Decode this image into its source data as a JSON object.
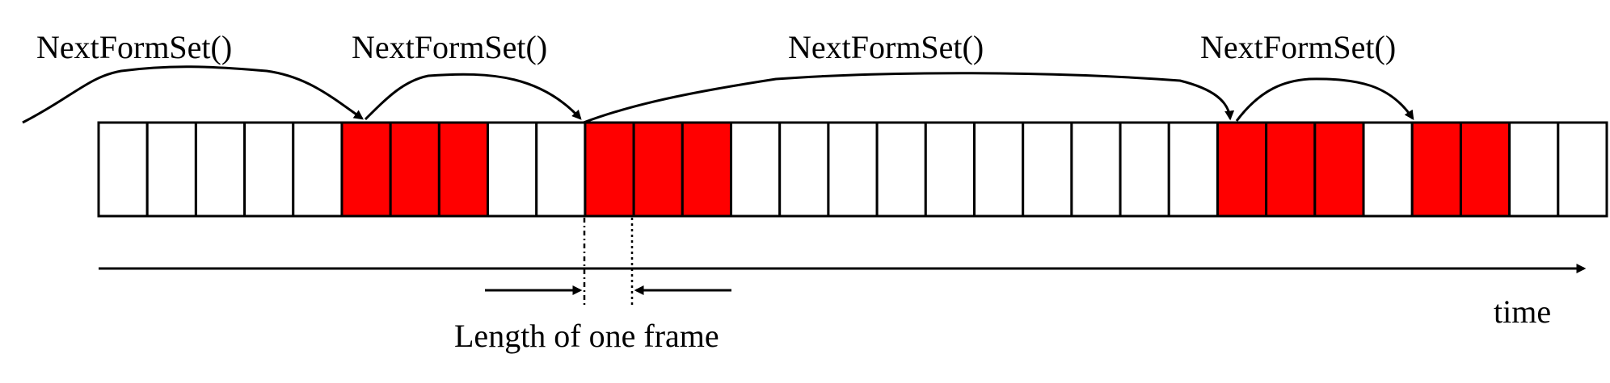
{
  "labels": {
    "calls": [
      "NextFormSet()",
      "NextFormSet()",
      "NextFormSet()",
      "NextFormSet()"
    ],
    "frame_length": "Length of one frame",
    "time": "time"
  },
  "timeline": {
    "frame_count": 31,
    "highlighted_frames": [
      5,
      6,
      7,
      10,
      11,
      12,
      23,
      24,
      25,
      27,
      28
    ],
    "frame_length_marker_frame": 10
  },
  "colors": {
    "highlight": "#ff0000",
    "stroke": "#000000",
    "background": "#ffffff"
  }
}
